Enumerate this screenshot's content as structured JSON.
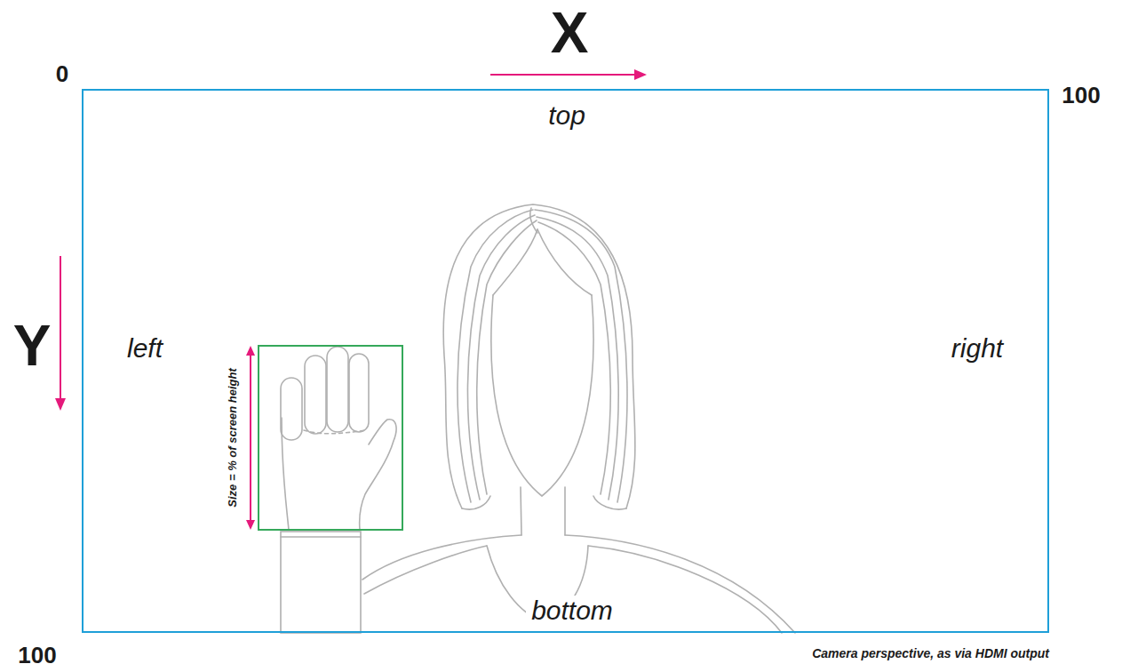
{
  "diagram": {
    "nodes": [
      {
        "text": [
          "top",
          "left",
          "right",
          "bottom"
        ]
      }
    ],
    "labels": [
      "X",
      "Y",
      "0",
      "100",
      "100",
      "Size = % of screen height",
      "Camera perspective, as via HDMI output"
    ]
  }
}
